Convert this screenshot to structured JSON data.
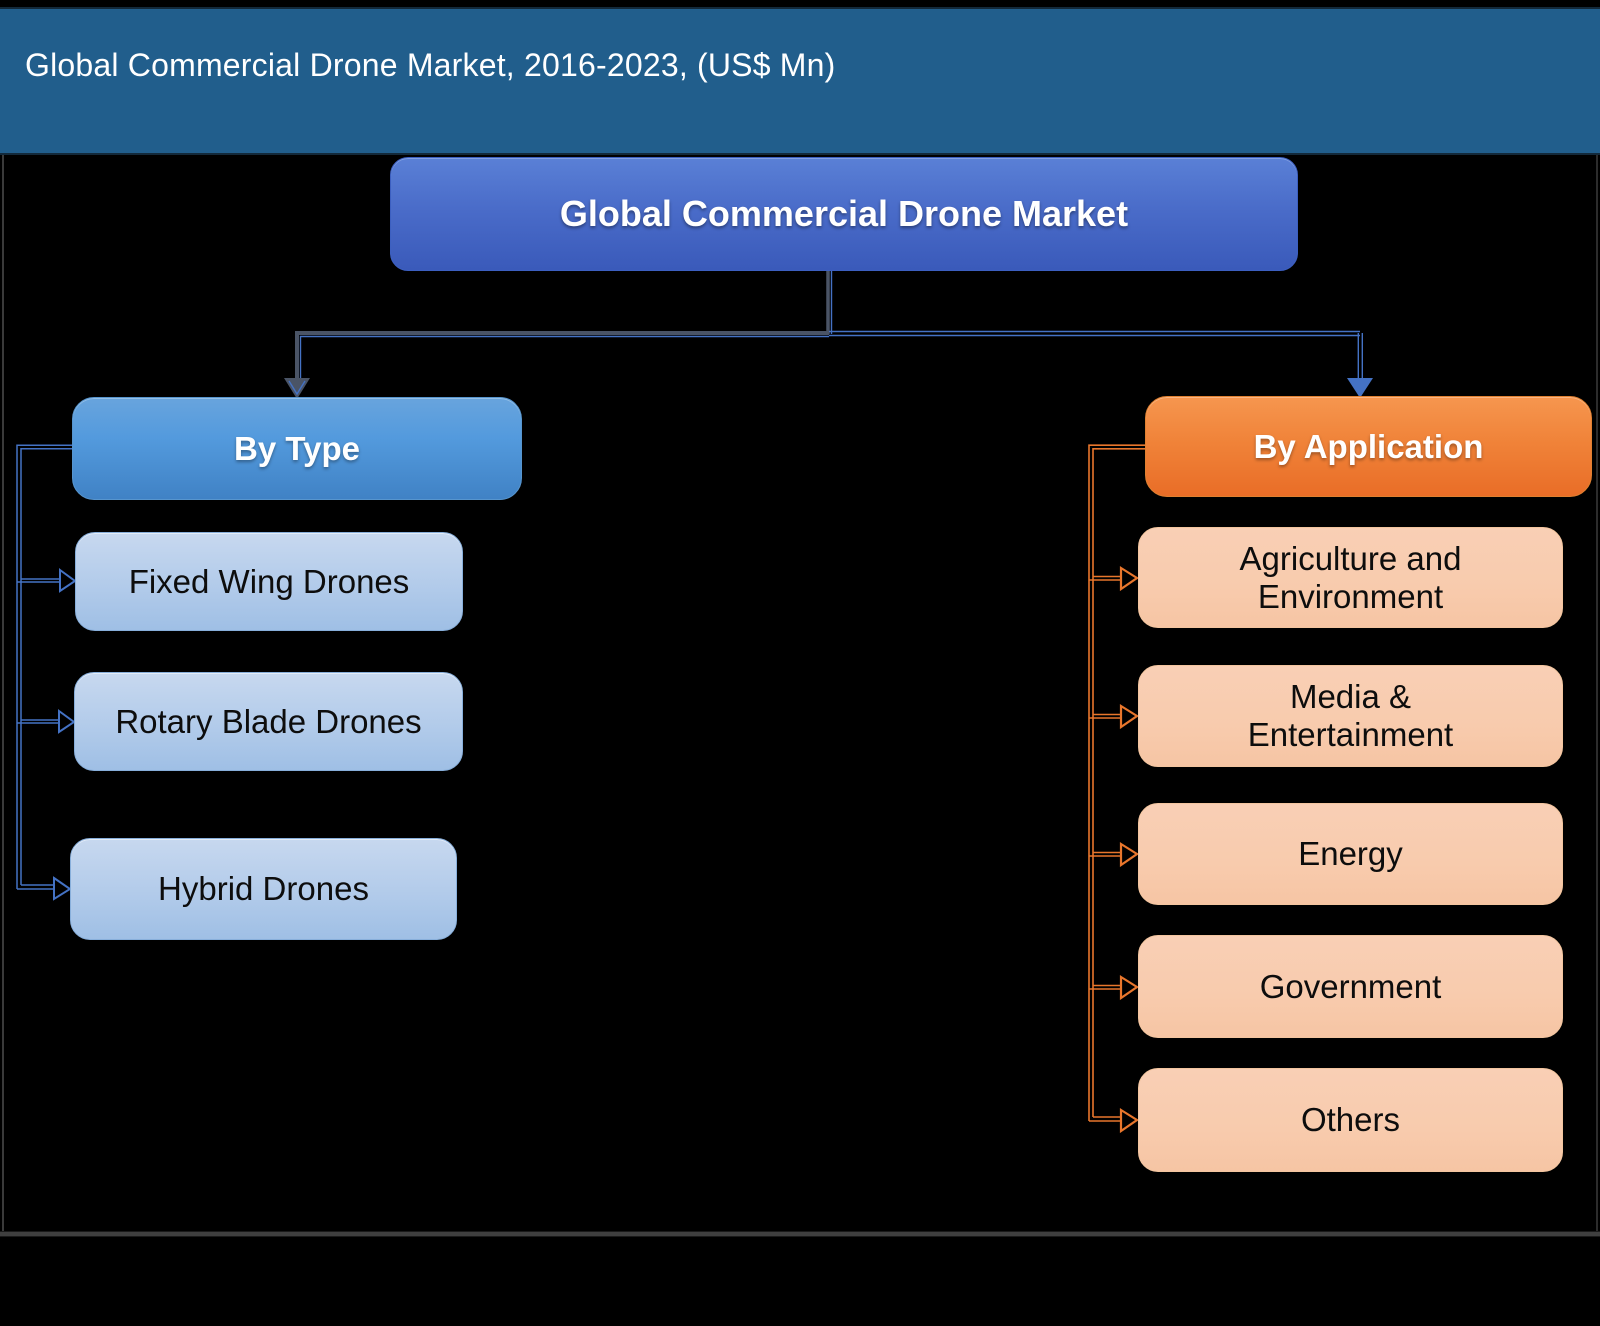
{
  "header": {
    "title": "Global Commercial Drone Market, 2016-2023, (US$ Mn)"
  },
  "diagram": {
    "root": {
      "label": "Global Commercial Drone Market"
    },
    "type_branch": {
      "label": "By Type",
      "items": [
        {
          "label": "Fixed Wing Drones"
        },
        {
          "label": "Rotary Blade Drones"
        },
        {
          "label": "Hybrid Drones"
        }
      ]
    },
    "application_branch": {
      "label": "By Application",
      "items": [
        {
          "label": "Agriculture and\nEnvironment"
        },
        {
          "label": "Media &\nEntertainment"
        },
        {
          "label": "Energy"
        },
        {
          "label": "Government"
        },
        {
          "label": "Others"
        }
      ]
    },
    "colors": {
      "header_bg": "#215E8C",
      "root_box_blue": "#4472C4",
      "branch_type_blue": "#5B9BD5",
      "type_item_light_blue": "#AEC9E8",
      "branch_application_orange": "#ED7D31",
      "application_item_light_orange": "#F8CBAD",
      "connector_blue": "#4472C4",
      "connector_orange": "#E8762C",
      "connector_slate": "#4A5466",
      "background": "#000000"
    }
  }
}
